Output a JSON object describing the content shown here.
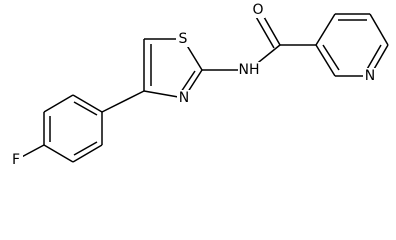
{
  "molecule": {
    "atoms": {
      "fluorine": "F",
      "sulfur": "S",
      "thiazole_nitrogen": "N",
      "amide_nitrogen": "NH",
      "carbonyl_oxygen": "O",
      "pyridine_nitrogen": "N"
    }
  }
}
